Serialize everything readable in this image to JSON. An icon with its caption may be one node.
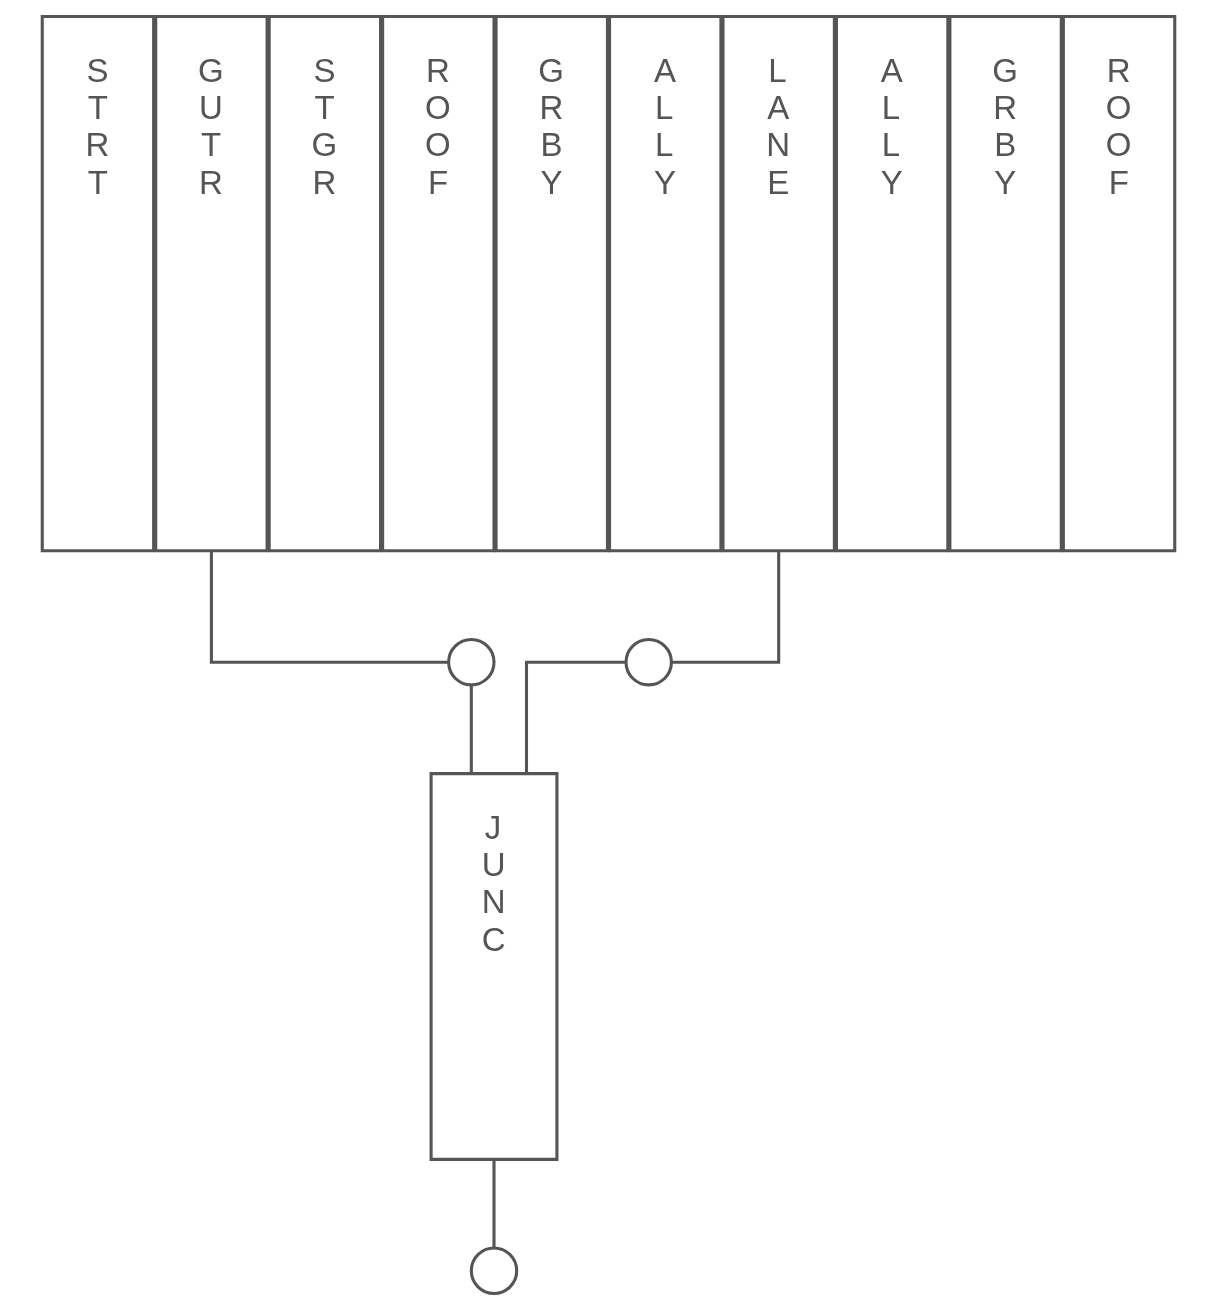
{
  "diagram": {
    "nodes": [
      {
        "text": [
          "STRT"
        ]
      },
      {
        "text": [
          "GUTR"
        ]
      },
      {
        "text": [
          "STGR"
        ]
      },
      {
        "text": [
          "ROOF"
        ]
      },
      {
        "text": [
          "GRBY"
        ]
      },
      {
        "text": [
          "ALLY"
        ]
      },
      {
        "text": [
          "LANE"
        ]
      },
      {
        "text": [
          "ALLY"
        ]
      },
      {
        "text": [
          "GRBY"
        ]
      },
      {
        "text": [
          "ROOF"
        ]
      },
      {
        "text": [],
        "shape": "circle"
      },
      {
        "text": [],
        "shape": "circle"
      },
      {
        "text": [
          "JUNC"
        ]
      },
      {
        "text": [],
        "shape": "circle"
      }
    ],
    "edges": [
      {
        "from": 1,
        "to": 10,
        "arrow": "none"
      },
      {
        "from": 6,
        "to": 11,
        "arrow": "none"
      },
      {
        "from": 10,
        "to": 12,
        "arrow": "none"
      },
      {
        "from": 11,
        "to": 12,
        "arrow": "none"
      },
      {
        "from": 12,
        "to": 13,
        "arrow": "none"
      }
    ]
  }
}
